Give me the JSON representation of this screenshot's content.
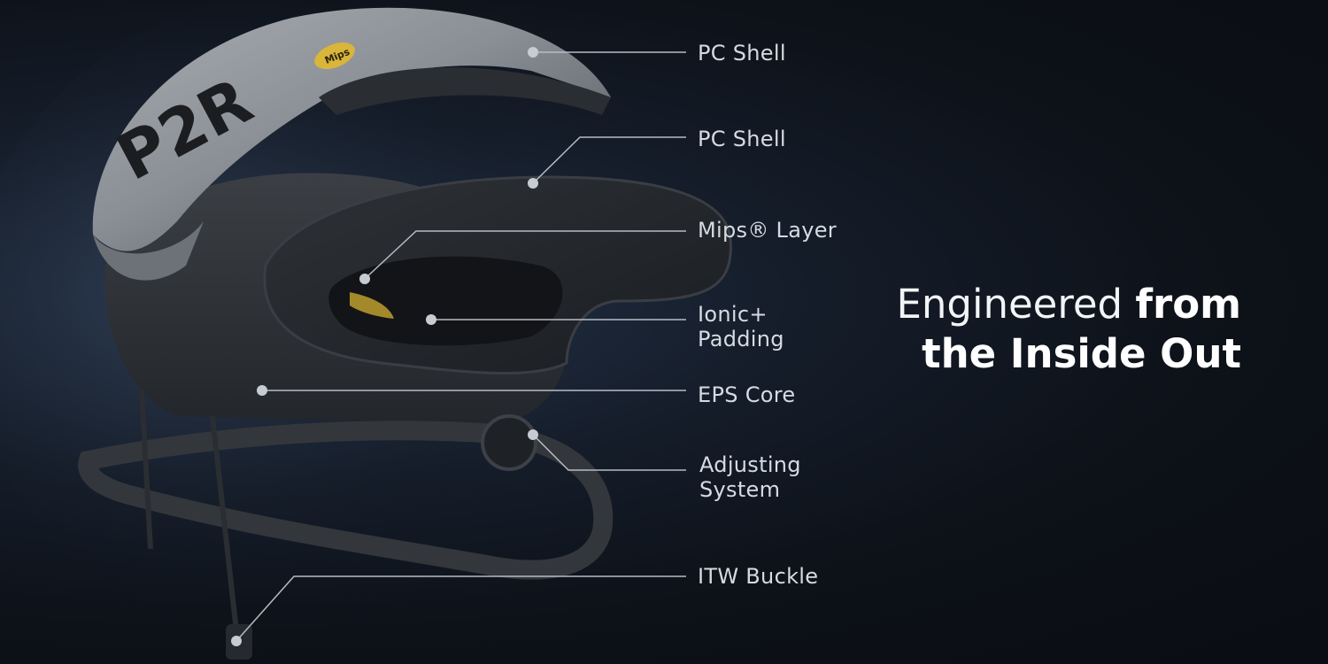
{
  "helmet": {
    "brand_logo": "P2R",
    "badge": "Mips"
  },
  "callouts": [
    {
      "id": "pc-shell-outer",
      "label": "PC Shell"
    },
    {
      "id": "pc-shell-inner",
      "label": "PC Shell"
    },
    {
      "id": "mips-layer",
      "label": "Mips® Layer"
    },
    {
      "id": "ionic-padding",
      "label": "Ionic+ Padding"
    },
    {
      "id": "eps-core",
      "label": "EPS Core"
    },
    {
      "id": "adjusting-system",
      "label": "Adjusting System"
    },
    {
      "id": "itw-buckle",
      "label": "ITW Buckle"
    }
  ],
  "headline": {
    "line1_light": "Engineered ",
    "line1_bold": "from",
    "line2_bold": "the Inside Out"
  },
  "colors": {
    "background": "#0d1118",
    "shell": "#8e9399",
    "badge": "#d9b53a",
    "callout_line": "#b7bcc3",
    "text": "#d6dbe2"
  }
}
